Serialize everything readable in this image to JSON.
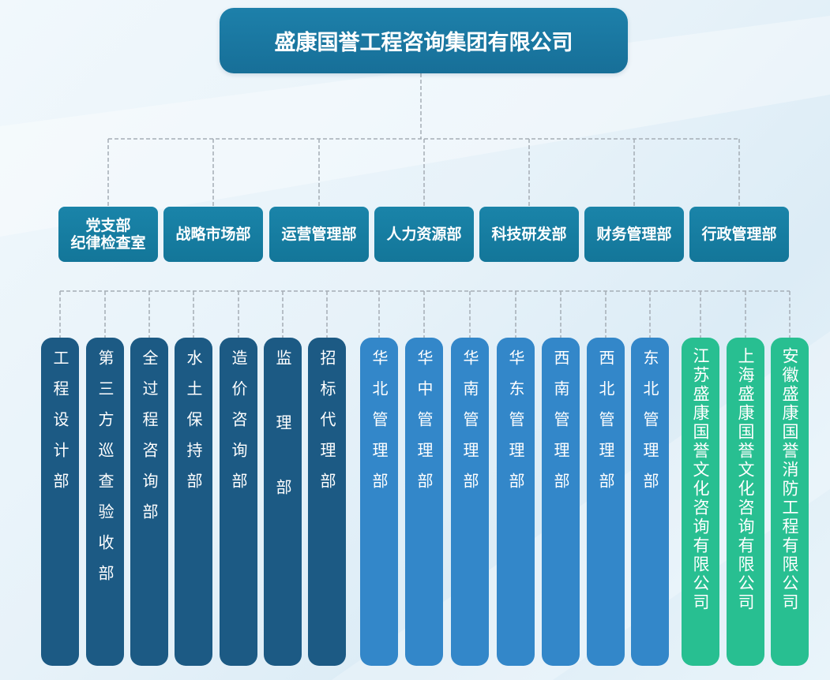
{
  "company": "盛康国誉工程咨询集团有限公司",
  "level2": [
    {
      "lines": [
        "党支部",
        "纪律检查室"
      ]
    },
    {
      "lines": [
        "战略市场部"
      ]
    },
    {
      "lines": [
        "运营管理部"
      ]
    },
    {
      "lines": [
        "人力资源部"
      ]
    },
    {
      "lines": [
        "科技研发部"
      ]
    },
    {
      "lines": [
        "财务管理部"
      ]
    },
    {
      "lines": [
        "行政管理部"
      ]
    }
  ],
  "level3": [
    {
      "label": "工程设计部",
      "group": "dark"
    },
    {
      "label": "第三方巡查验收部",
      "group": "dark"
    },
    {
      "label": "全过程咨询部",
      "group": "dark"
    },
    {
      "label": "水土保持部",
      "group": "dark"
    },
    {
      "label": "造价咨询部",
      "group": "dark"
    },
    {
      "label": "监 理 部",
      "group": "dark"
    },
    {
      "label": "招标代理部",
      "group": "dark"
    },
    {
      "label": "华北管理部",
      "group": "blue"
    },
    {
      "label": "华中管理部",
      "group": "blue"
    },
    {
      "label": "华南管理部",
      "group": "blue"
    },
    {
      "label": "华东管理部",
      "group": "blue"
    },
    {
      "label": "西南管理部",
      "group": "blue"
    },
    {
      "label": "西北管理部",
      "group": "blue"
    },
    {
      "label": "东北管理部",
      "group": "blue"
    },
    {
      "label": "江苏盛康国誉文化咨询有限公司",
      "group": "green"
    },
    {
      "label": "上海盛康国誉文化咨询有限公司",
      "group": "green"
    },
    {
      "label": "安徽盛康国誉消防工程有限公司",
      "group": "green"
    }
  ],
  "colors": {
    "top": "#1a7aa4",
    "level2": "#1580a6",
    "dept_dark": "#1c5a84",
    "dept_blue": "#3387c9",
    "subsidiary_green": "#28bf91",
    "connector": "#a5adb5"
  }
}
